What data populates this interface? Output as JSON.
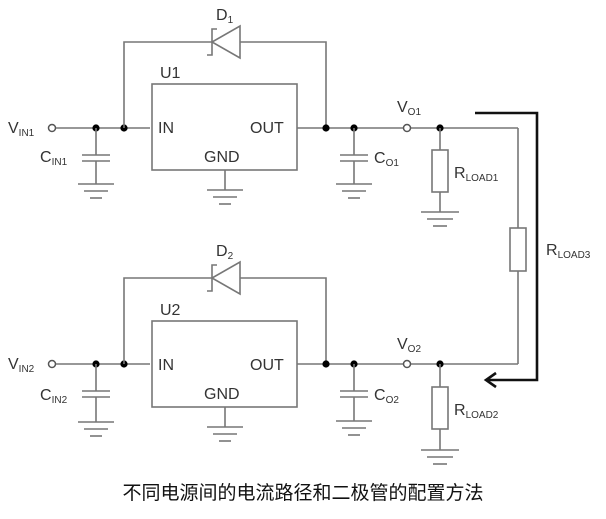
{
  "caption": "不同电源间的电流路径和二极管的配置方法",
  "circuit1": {
    "input_label": "V",
    "input_sub": "IN1",
    "cin_label": "C",
    "cin_sub": "IN1",
    "diode_label": "D",
    "diode_sub": "1",
    "regulator_label": "U1",
    "pin_in": "IN",
    "pin_out": "OUT",
    "pin_gnd": "GND",
    "output_label": "V",
    "output_sub": "O1",
    "cout_label": "C",
    "cout_sub": "O1",
    "rload_label": "R",
    "rload_sub": "LOAD1"
  },
  "circuit2": {
    "input_label": "V",
    "input_sub": "IN2",
    "cin_label": "C",
    "cin_sub": "IN2",
    "diode_label": "D",
    "diode_sub": "2",
    "regulator_label": "U2",
    "pin_in": "IN",
    "pin_out": "OUT",
    "pin_gnd": "GND",
    "output_label": "V",
    "output_sub": "O2",
    "cout_label": "C",
    "cout_sub": "O2",
    "rload_label": "R",
    "rload_sub": "LOAD2"
  },
  "shared": {
    "rload3_label": "R",
    "rload3_sub": "LOAD3",
    "current_path_arrow": "arrow-left"
  }
}
